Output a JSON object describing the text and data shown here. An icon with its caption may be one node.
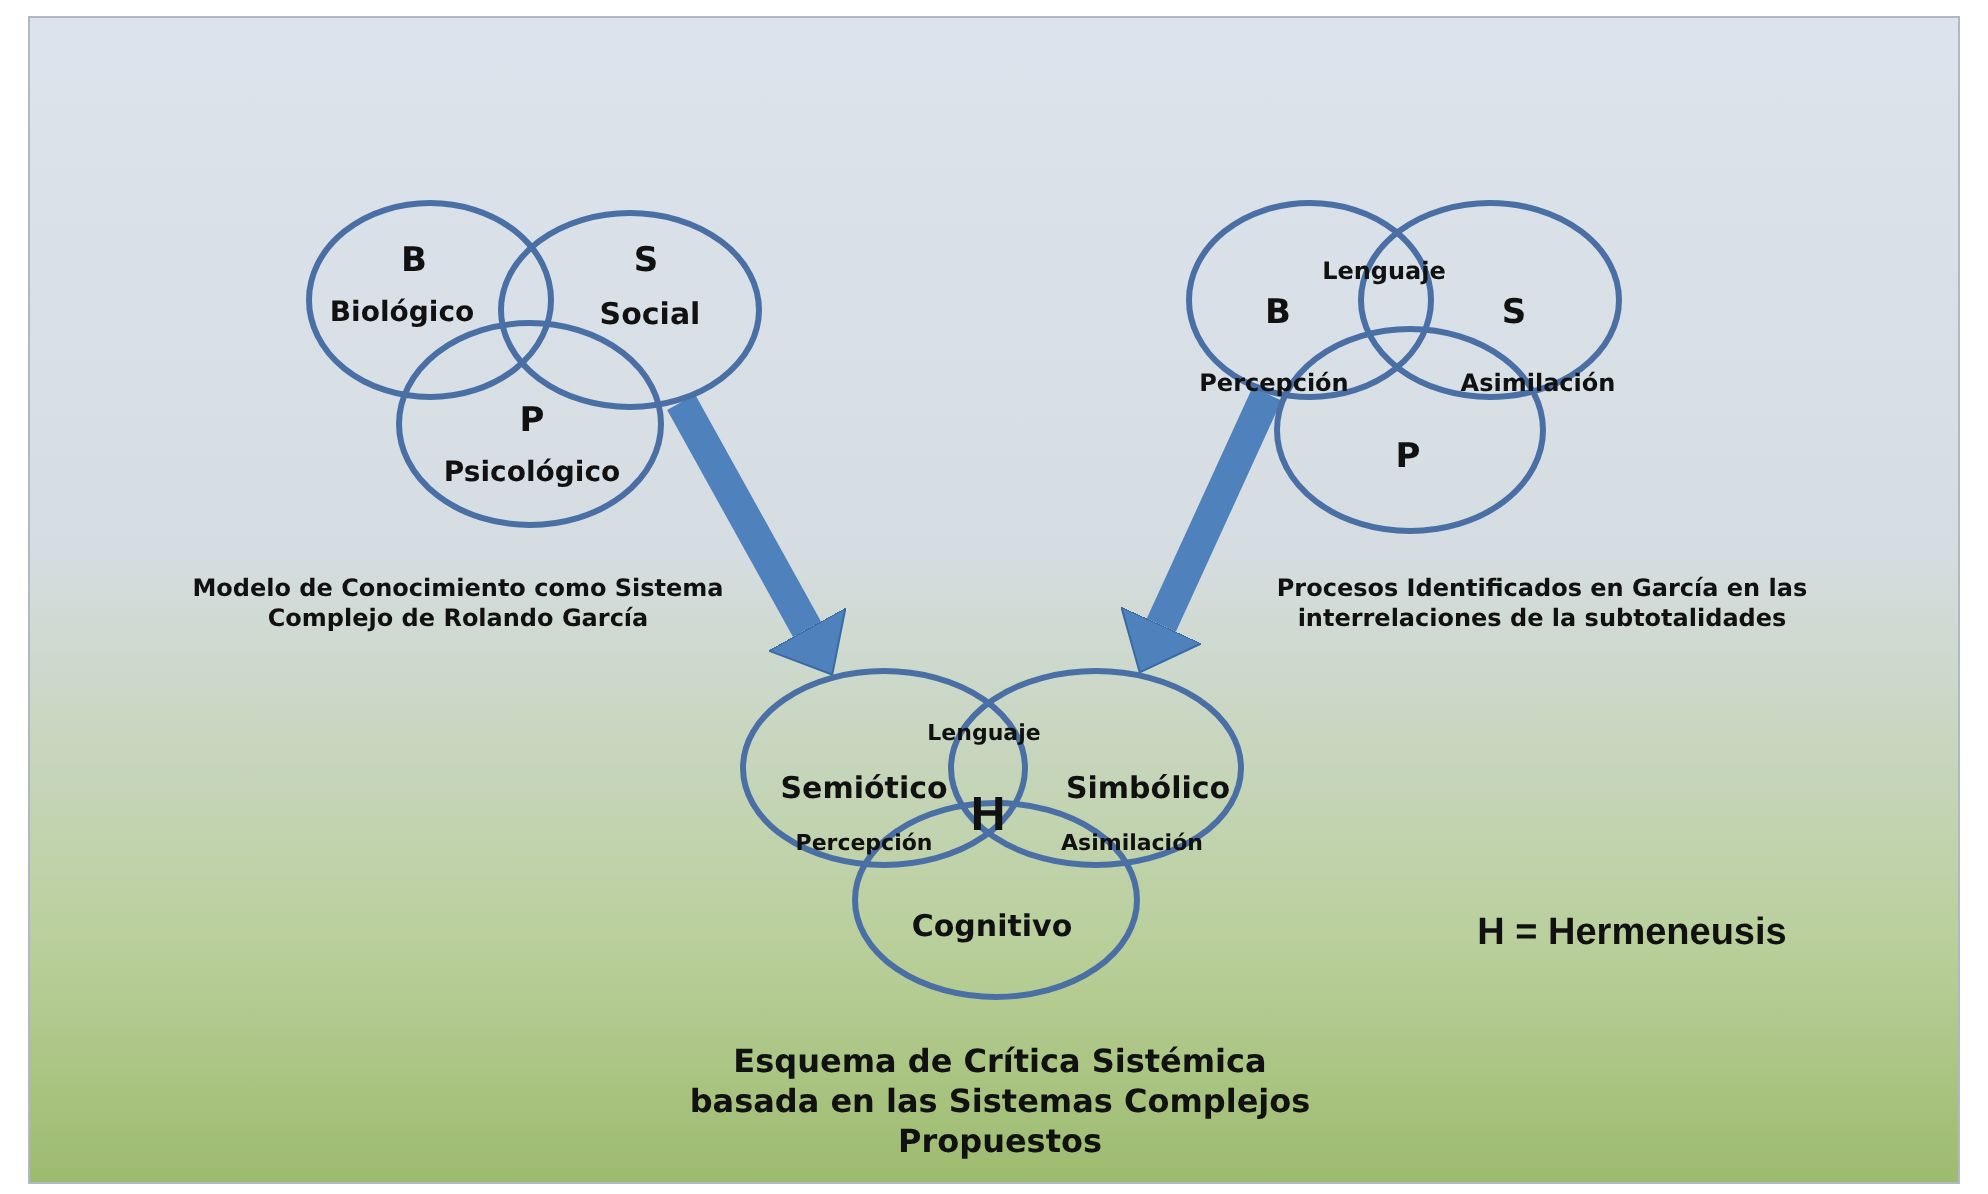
{
  "diagram": {
    "nodes": [
      {
        "text": [
          "B",
          "Biológico"
        ]
      },
      {
        "text": [
          "S",
          "Social"
        ]
      },
      {
        "text": [
          "P",
          "Psicológico"
        ]
      },
      {
        "text": [
          "B"
        ]
      },
      {
        "text": [
          "S"
        ]
      },
      {
        "text": [
          "P"
        ]
      },
      {
        "text": [
          "Semiótico"
        ]
      },
      {
        "text": [
          "Simbólico"
        ]
      },
      {
        "text": [
          "Cognitivo"
        ]
      }
    ],
    "edges": [
      {
        "from": 1,
        "to": 6,
        "arrow": "to"
      },
      {
        "from": 3,
        "to": 7,
        "arrow": "to"
      }
    ],
    "labels": [
      "Lenguaje",
      "Percepción",
      "Asimilación",
      "Modelo de Conocimiento como Sistema Complejo de Rolando García",
      "Procesos Identificados en García en las interrelaciones de la subtotalidades",
      "Lenguaje",
      "H",
      "Percepción",
      "Asimilación",
      "H = Hermeneusis",
      "Esquema de Crítica Sistémica basada en las Sistemas Complejos Propuestos"
    ]
  }
}
